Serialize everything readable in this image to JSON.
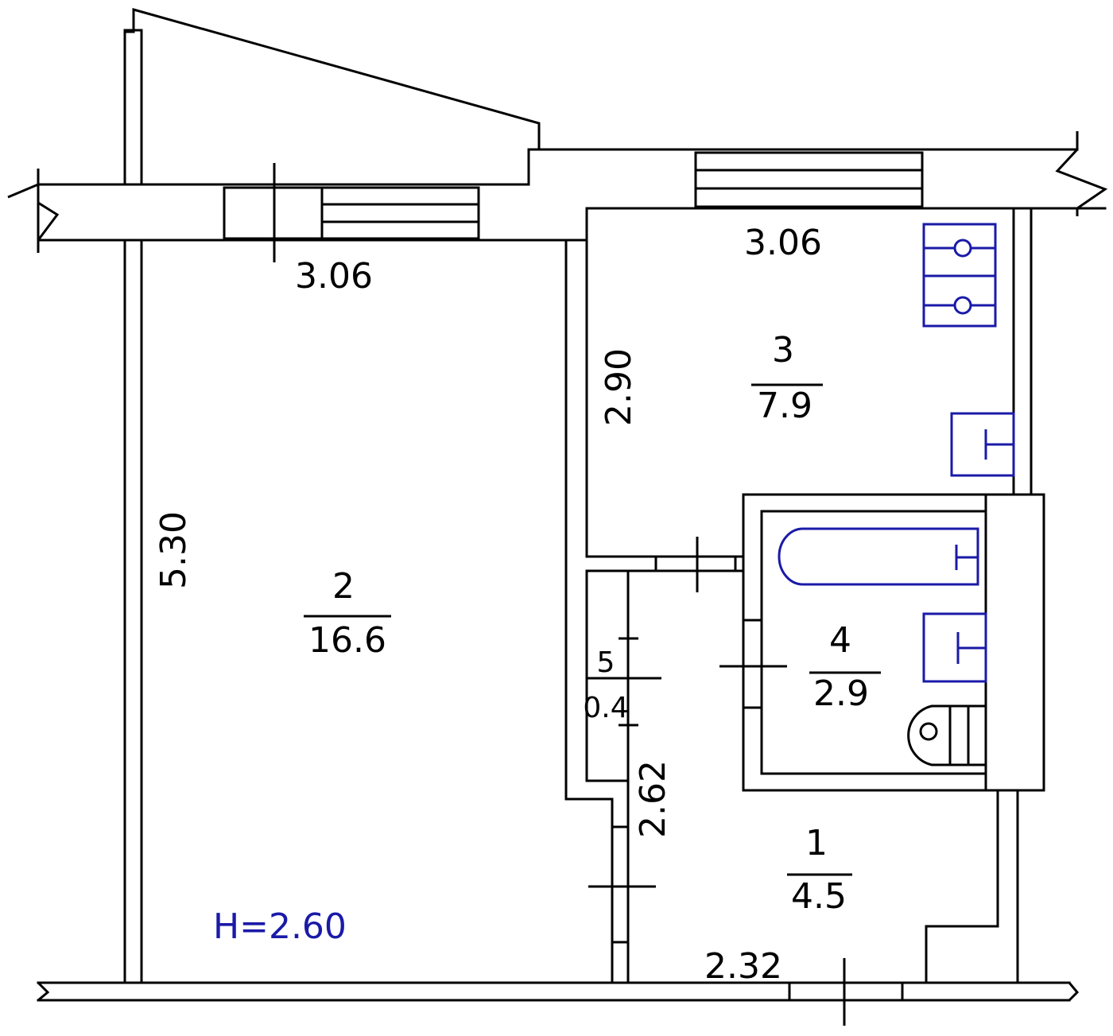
{
  "rooms": [
    {
      "number": "1",
      "area": "4.5"
    },
    {
      "number": "2",
      "area": "16.6"
    },
    {
      "number": "3",
      "area": "7.9"
    },
    {
      "number": "4",
      "area": "2.9"
    },
    {
      "number": "5",
      "area": "0.4"
    }
  ],
  "dimensions": {
    "room2_width": "3.06",
    "room2_length": "5.30",
    "room3_width": "3.06",
    "room3_length": "2.90",
    "room1_length": "2.62",
    "room1_width": "2.32"
  },
  "ceiling_height": "H=2.60",
  "colors": {
    "walls": "#000000",
    "fixtures": "#1a1aa8"
  }
}
